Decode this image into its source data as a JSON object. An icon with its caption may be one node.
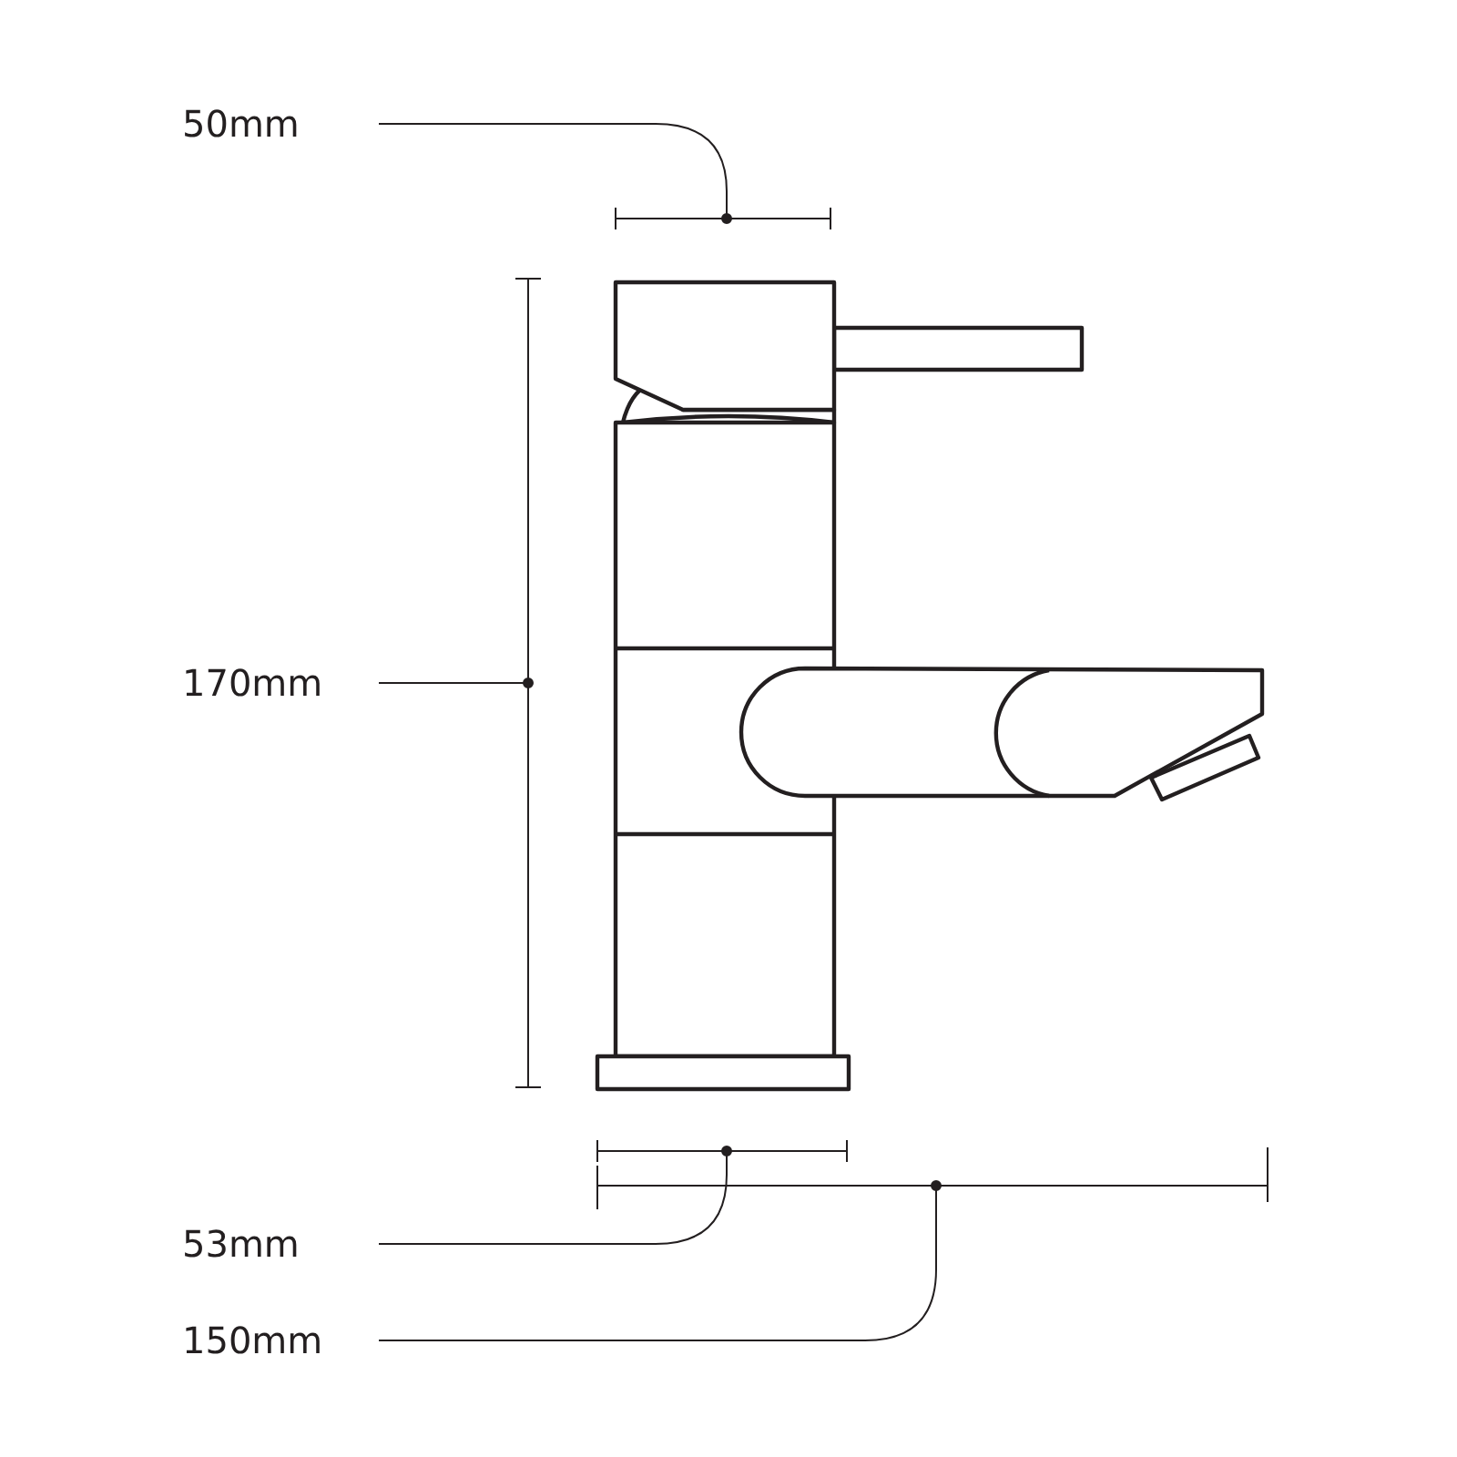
{
  "diagram": {
    "labels": [
      "50mm",
      "170mm",
      "53mm",
      "150mm"
    ]
  }
}
